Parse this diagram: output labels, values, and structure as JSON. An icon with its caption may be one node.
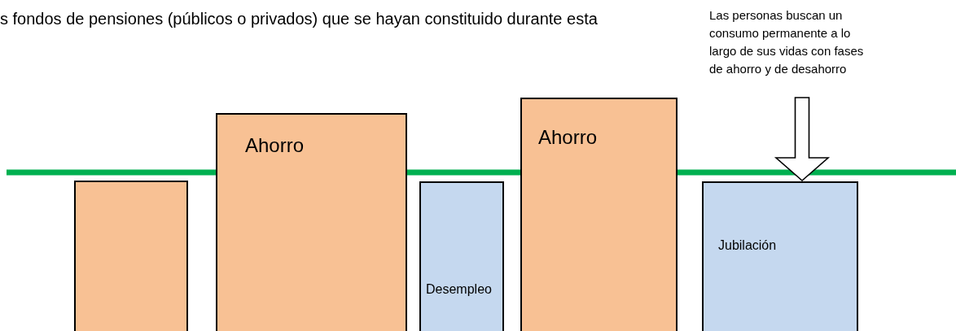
{
  "diagram": {
    "nodes": [
      {
        "text": [],
        "shape": "box"
      },
      {
        "text": [
          "Ahorro"
        ]
      },
      {
        "text": [
          "Desempleo"
        ]
      },
      {
        "text": [
          "Ahorro"
        ]
      },
      {
        "text": [
          "Jubilación"
        ]
      },
      {
        "text": [
          "Las personas buscan un consumo permanente a lo largo de sus vidas con fases de ahorro y de desahorro"
        ]
      }
    ],
    "edges": [
      {
        "from": 5,
        "to": 4,
        "arrow": "to"
      }
    ],
    "labels": [
      "s fondos de pensiones (públicos o privados) que se hayan constituido durante esta"
    ]
  }
}
